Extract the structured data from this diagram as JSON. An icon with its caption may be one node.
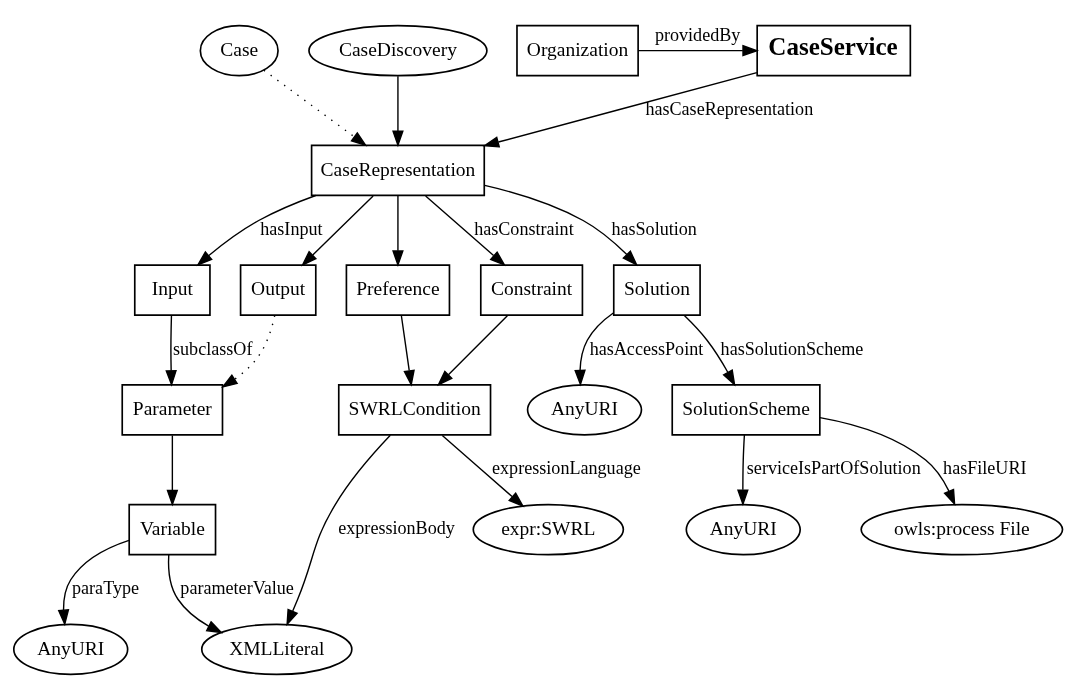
{
  "diagram": {
    "nodes": [
      {
        "text": [
          "CaseService"
        ]
      },
      {
        "text": [
          "Organization"
        ]
      },
      {
        "text": [
          "Case"
        ]
      },
      {
        "text": [
          "CaseRepresentation"
        ]
      },
      {
        "text": [
          "CaseDiscovery"
        ]
      },
      {
        "text": [
          "Input"
        ]
      },
      {
        "text": [
          "Output"
        ]
      },
      {
        "text": [
          "Preference"
        ]
      },
      {
        "text": [
          "Constraint"
        ]
      },
      {
        "text": [
          "Solution"
        ]
      },
      {
        "text": [
          "Parameter"
        ]
      },
      {
        "text": [
          "SWRLCondition"
        ]
      },
      {
        "text": [
          "AnyURI"
        ]
      },
      {
        "text": [
          "SolutionScheme"
        ]
      },
      {
        "text": [
          "Variable"
        ]
      },
      {
        "text": [
          "expr:SWRL"
        ]
      },
      {
        "text": [
          "owls:process File"
        ]
      },
      {
        "text": [
          "AnyURI"
        ]
      },
      {
        "text": [
          "AnyURI"
        ]
      },
      {
        "text": [
          "XMLLiteral"
        ]
      }
    ],
    "edges": [
      {
        "from": 1,
        "to": 0,
        "arrow": "to",
        "label": "providedBy"
      },
      {
        "from": 0,
        "to": 3,
        "arrow": "to",
        "label": "hasCaseRepresentation"
      },
      {
        "from": 2,
        "to": 3,
        "arrow": "to",
        "style": "dashed"
      },
      {
        "from": 4,
        "to": 3,
        "arrow": "to"
      },
      {
        "from": 3,
        "to": 5,
        "arrow": "to",
        "label": "hasInput"
      },
      {
        "from": 3,
        "to": 6,
        "arrow": "to"
      },
      {
        "from": 3,
        "to": 7,
        "arrow": "to"
      },
      {
        "from": 3,
        "to": 8,
        "arrow": "to",
        "label": "hasConstraint"
      },
      {
        "from": 3,
        "to": 9,
        "arrow": "to",
        "label": "hasSolution"
      },
      {
        "from": 5,
        "to": 10,
        "arrow": "to",
        "label": "subclassOf"
      },
      {
        "from": 6,
        "to": 10,
        "arrow": "to",
        "style": "dashed"
      },
      {
        "from": 7,
        "to": 11,
        "arrow": "to"
      },
      {
        "from": 8,
        "to": 11,
        "arrow": "to"
      },
      {
        "from": 9,
        "to": 12,
        "arrow": "to",
        "label": "hasAccessPoint"
      },
      {
        "from": 9,
        "to": 13,
        "arrow": "to",
        "label": "hasSolutionScheme"
      },
      {
        "from": 10,
        "to": 14,
        "arrow": "to"
      },
      {
        "from": 14,
        "to": 18,
        "arrow": "to",
        "label": "paraType"
      },
      {
        "from": 14,
        "to": 19,
        "arrow": "to",
        "label": "parameterValue"
      },
      {
        "from": 11,
        "to": 19,
        "arrow": "to",
        "label": "expressionBody"
      },
      {
        "from": 11,
        "to": 15,
        "arrow": "to",
        "label": "expressionLanguage"
      },
      {
        "from": 13,
        "to": 16,
        "arrow": "to",
        "label": "hasFileURI"
      },
      {
        "from": 13,
        "to": 17,
        "arrow": "to",
        "label": "serviceIsPartOfSolution"
      }
    ]
  }
}
